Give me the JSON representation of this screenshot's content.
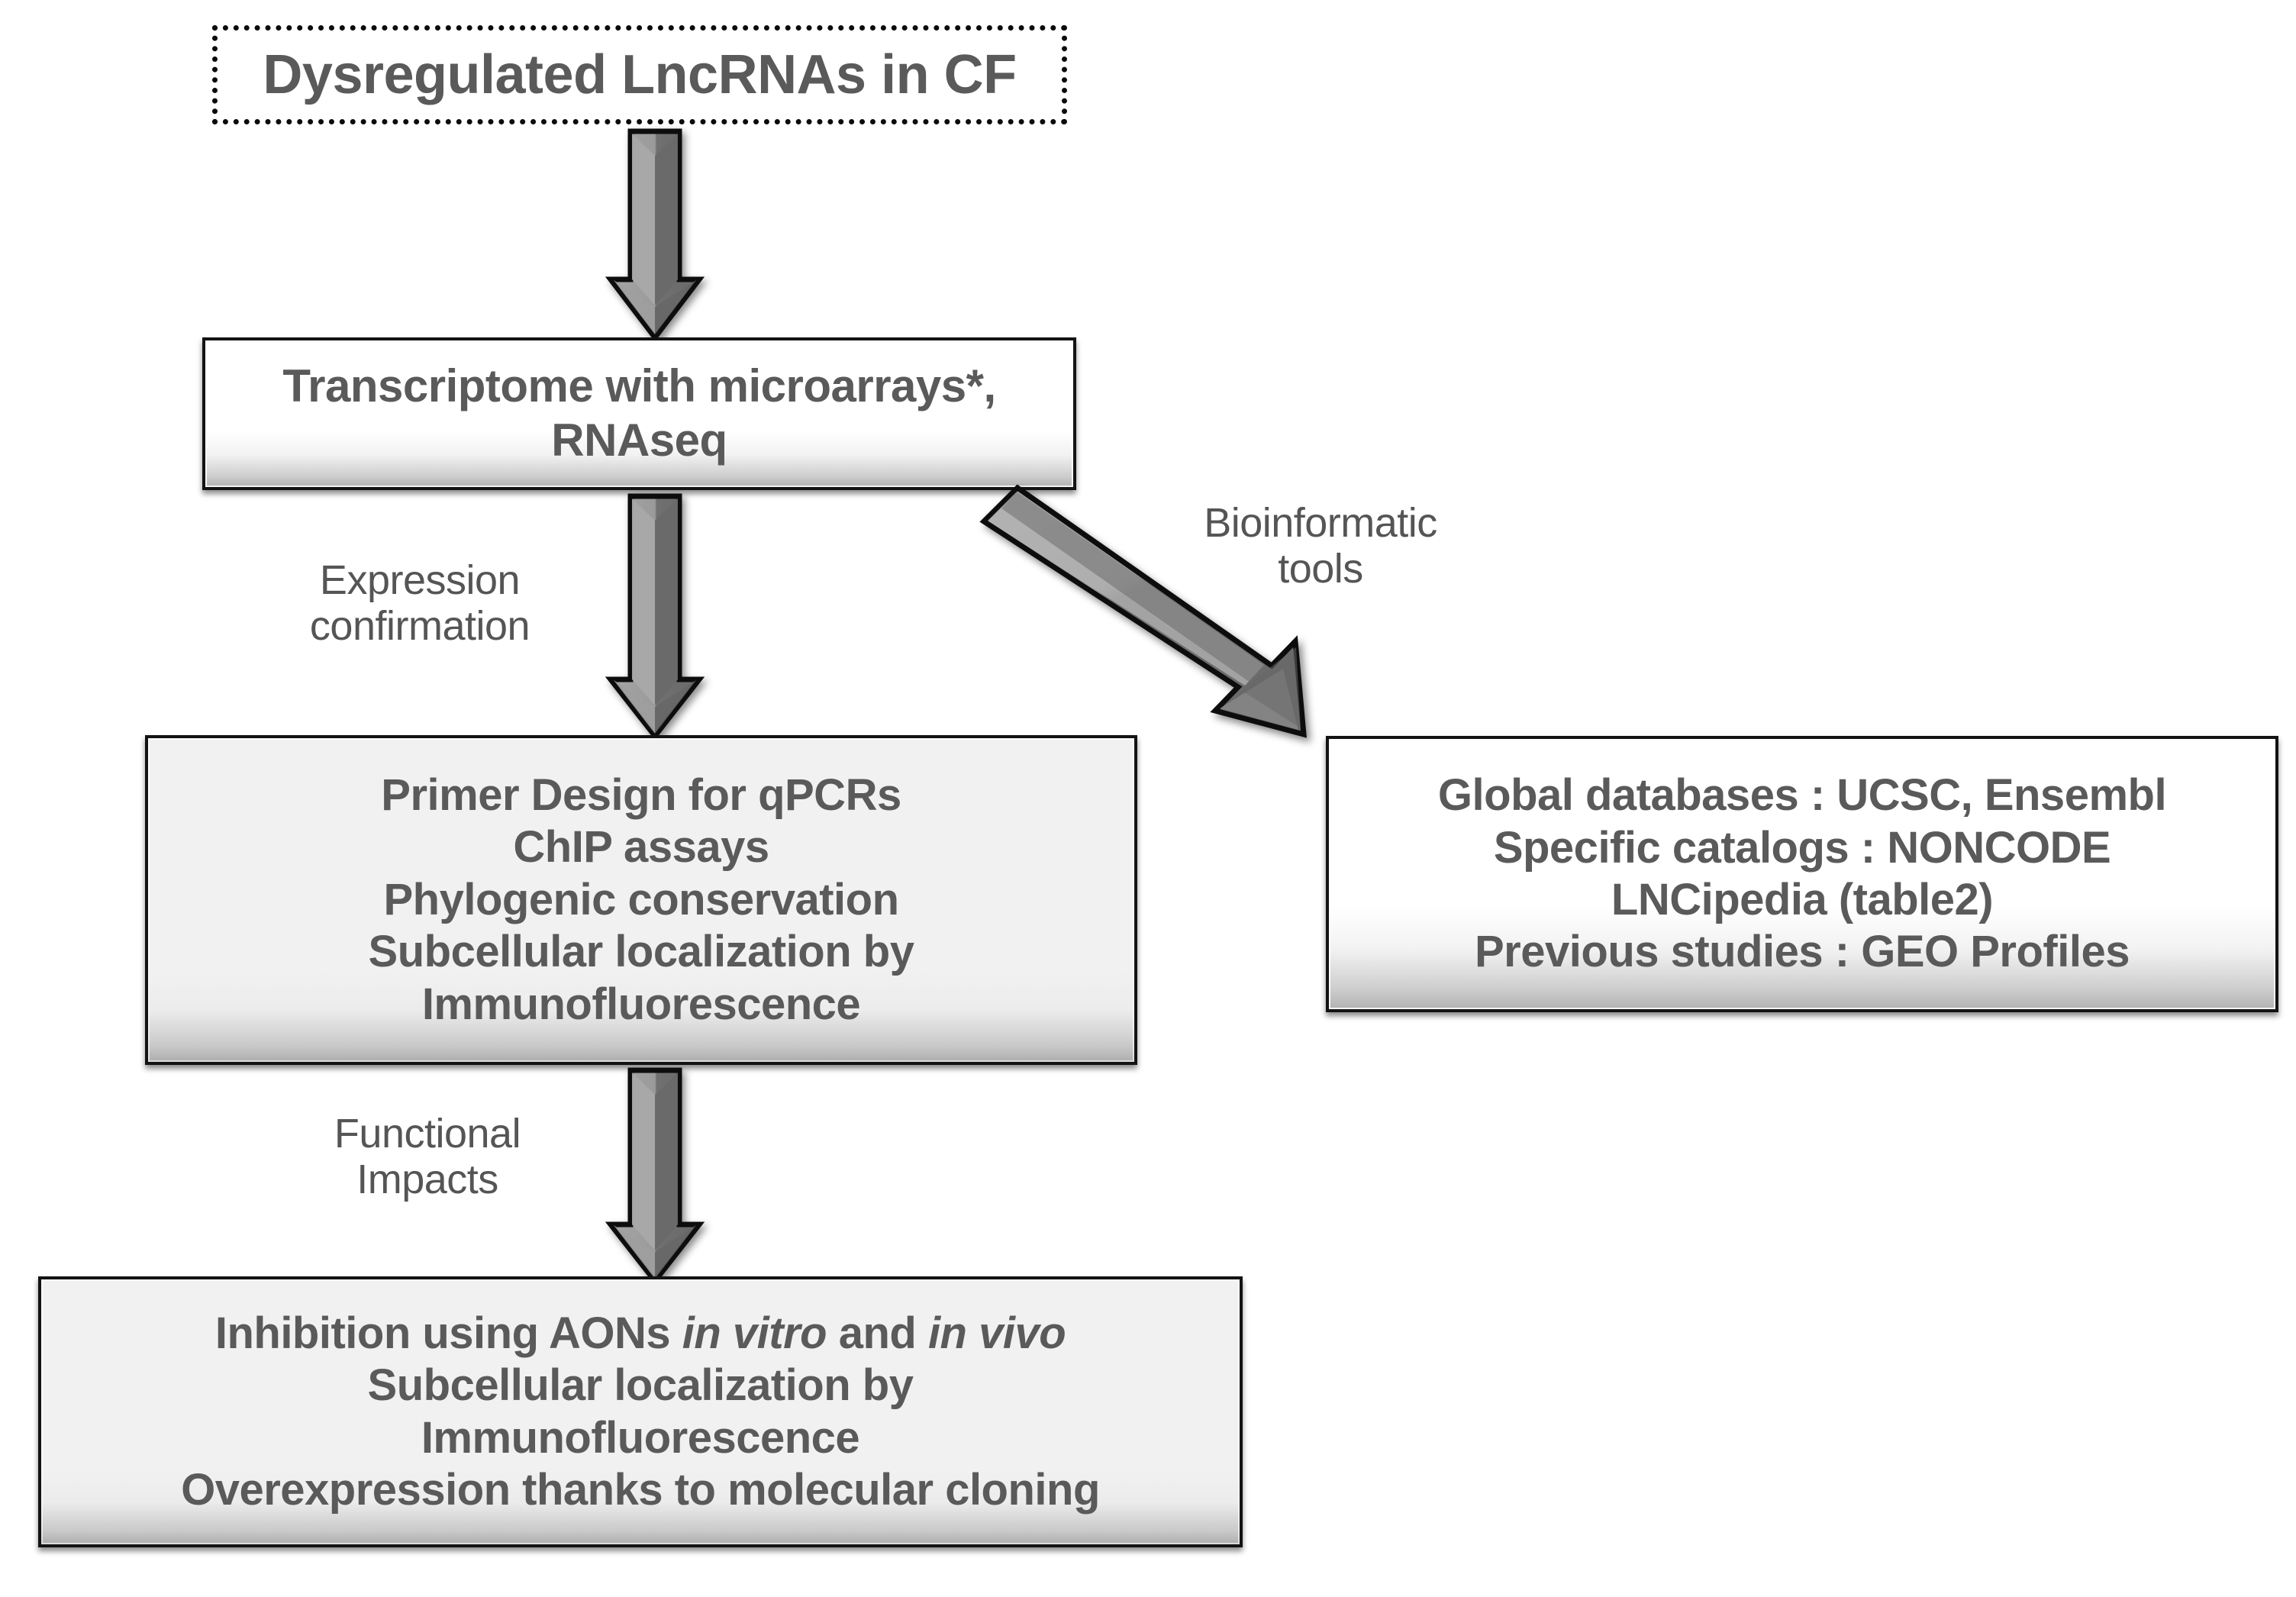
{
  "diagram": {
    "title": "Dysregulated LncRNAs in CF workflow",
    "palette": {
      "text_gray": "#5a5a5a",
      "label_gray": "#555555",
      "outline_black": "#131313",
      "box_gray_fill": "#f1f1f1",
      "box_white_fill": "#ffffff",
      "arrow_light": "#9a9a9a",
      "arrow_dark": "#6e6e6e"
    },
    "nodes": {
      "header": {
        "label": "Dysregulated LncRNAs in CF",
        "style": "dotted-outline"
      },
      "transcriptome": {
        "lines": [
          "Transcriptome with microarrays*,",
          "RNAseq"
        ]
      },
      "wet_lab": {
        "lines": [
          "Primer Design for qPCRs",
          "ChIP assays",
          "Phylogenic conservation",
          "Subcellular localization by",
          "Immunofluorescence"
        ]
      },
      "databases": {
        "lines": [
          "Global databases : UCSC, Ensembl",
          "Specific catalogs : NONCODE",
          "LNCipedia (table2)",
          "Previous studies : GEO Profiles"
        ]
      },
      "functional": {
        "line1_a": "Inhibition using AONs ",
        "line1_i1": "in vitro",
        "line1_b": " and ",
        "line1_i2": "in vivo",
        "line2": "Subcellular localization by",
        "line3": "Immunofluorescence",
        "line4": "Overexpression thanks to molecular cloning"
      }
    },
    "edges": {
      "header_to_transcriptome": {
        "label": ""
      },
      "transcriptome_to_wetlab": {
        "label_lines": [
          "Expression",
          "confirmation"
        ]
      },
      "transcriptome_to_databases": {
        "label_lines": [
          "Bioinformatic",
          "tools"
        ]
      },
      "wetlab_to_functional": {
        "label_lines": [
          "Functional",
          "Impacts"
        ]
      }
    }
  }
}
